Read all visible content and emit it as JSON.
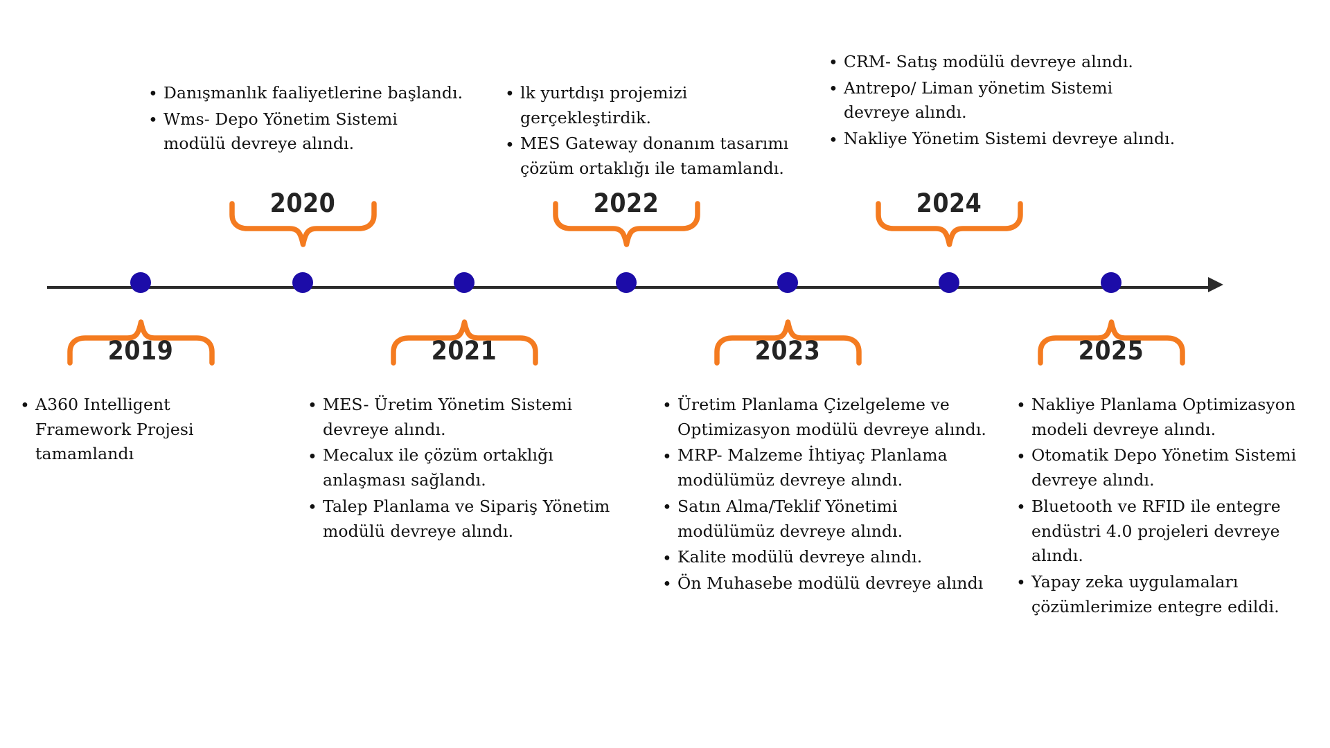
{
  "diagram": {
    "title": "Company Milestones Timeline 2019-2025",
    "type": "horizontal-timeline",
    "colors": {
      "axis": "#2b2b2b",
      "node": "#1c0ca8",
      "brace": "#f47b20",
      "year_text": "#242424",
      "body_text": "#111111",
      "background": "#ffffff"
    },
    "bullet_glyph": "•"
  },
  "axis": {
    "arrow_direction": "right",
    "node_count": 7
  },
  "years": [
    {
      "id": "2019",
      "label": "2019",
      "side": "below"
    },
    {
      "id": "2020",
      "label": "2020",
      "side": "above"
    },
    {
      "id": "2021",
      "label": "2021",
      "side": "below"
    },
    {
      "id": "2022",
      "label": "2022",
      "side": "above"
    },
    {
      "id": "2023",
      "label": "2023",
      "side": "below"
    },
    {
      "id": "2024",
      "label": "2024",
      "side": "above"
    },
    {
      "id": "2025",
      "label": "2025",
      "side": "below"
    }
  ],
  "groups": {
    "y2019": {
      "year": "2019",
      "items": [
        "A360 Intelligent Framework Projesi tamamlandı"
      ]
    },
    "y2020": {
      "year": "2020",
      "items": [
        "Danışmanlık faaliyetlerine başlandı.",
        "Wms- Depo Yönetim Sistemi modülü devreye alındı."
      ]
    },
    "y2021": {
      "year": "2021",
      "items": [
        "MES- Üretim Yönetim Sistemi devreye alındı.",
        "Mecalux ile çözüm ortaklığı anlaşması sağlandı.",
        "Talep Planlama ve Sipariş Yönetim modülü devreye alındı."
      ]
    },
    "y2022": {
      "year": "2022",
      "items": [
        "lk yurtdışı projemizi gerçekleştirdik.",
        "MES Gateway donanım tasarımı çözüm ortaklığı ile tamamlandı."
      ]
    },
    "y2023": {
      "year": "2023",
      "items": [
        "Üretim Planlama Çizelgeleme ve Optimizasyon modülü devreye alındı.",
        "MRP- Malzeme İhtiyaç Planlama modülümüz devreye alındı.",
        "Satın Alma/Teklif Yönetimi modülümüz devreye alındı.",
        "Kalite modülü devreye alındı.",
        "Ön Muhasebe modülü devreye alındı"
      ]
    },
    "y2024": {
      "year": "2024",
      "items": [
        "CRM- Satış modülü devreye alındı.",
        "Antrepo/ Liman yönetim Sistemi devreye alındı.",
        "Nakliye Yönetim Sistemi devreye alındı."
      ]
    },
    "y2025": {
      "year": "2025",
      "items": [
        "Nakliye Planlama Optimizasyon modeli devreye alındı.",
        "Otomatik Depo Yönetim Sistemi devreye alındı.",
        "Bluetooth ve RFID ile entegre endüstri 4.0 projeleri devreye alındı.",
        "Yapay zeka uygulamaları çözümlerimize entegre edildi."
      ]
    }
  }
}
